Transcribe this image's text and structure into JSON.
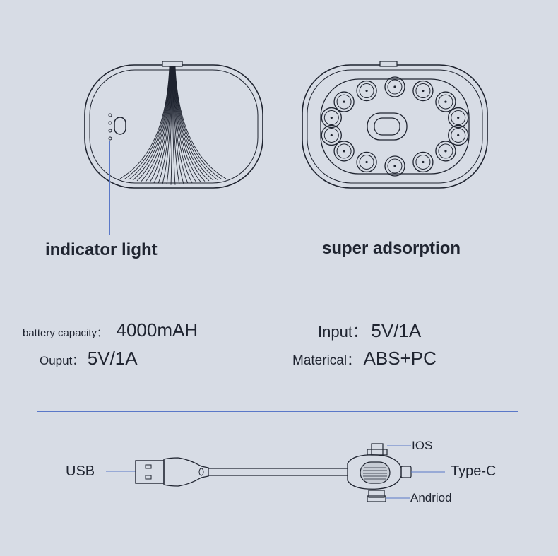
{
  "features": {
    "indicator_label": "indicator light",
    "adsorption_label": "super adsorption"
  },
  "specs": {
    "battery_key": "battery capacity：",
    "battery_value": "4000mAH",
    "output_key": "Ouput：",
    "output_value": "5V/1A",
    "input_key": "Input：",
    "input_value": "5V/1A",
    "material_key": "Materical：",
    "material_value": "ABS+PC"
  },
  "cable": {
    "usb_label": "USB",
    "ios_label": "IOS",
    "typec_label": "Type-C",
    "android_label": "Andriod"
  },
  "colors": {
    "background": "#d7dce5",
    "accent_line": "#5a78c8",
    "ink": "#1f2430"
  }
}
